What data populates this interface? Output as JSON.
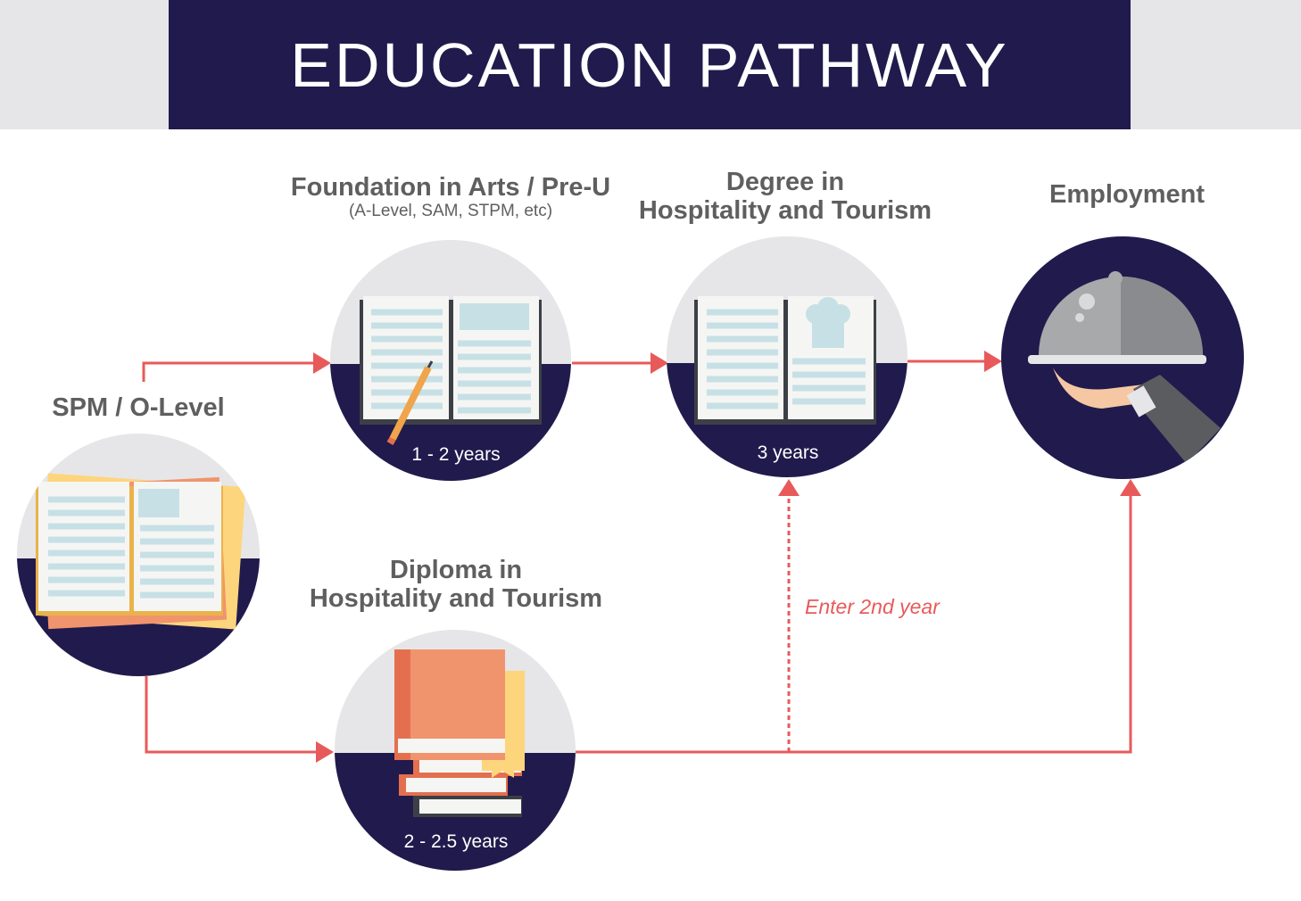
{
  "title": "EDUCATION PATHWAY",
  "nodes": {
    "spm": {
      "label": "SPM / O-Level"
    },
    "foundation": {
      "label": "Foundation in Arts / Pre-U",
      "sublabel": "(A-Level, SAM, STPM, etc)",
      "duration": "1 - 2 years"
    },
    "degree": {
      "label_line1": "Degree in",
      "label_line2": "Hospitality and Tourism",
      "duration": "3 years"
    },
    "employment": {
      "label": "Employment"
    },
    "diploma": {
      "label_line1": "Diploma in",
      "label_line2": "Hospitality and Tourism",
      "duration": "2 - 2.5 years"
    }
  },
  "edges": {
    "diploma_to_degree_note": "Enter 2nd year"
  },
  "colors": {
    "navy": "#211a4c",
    "arrow": "#e85a5a",
    "grey_band": "#e6e6e8",
    "label_text": "#5f5f5f"
  },
  "icons": [
    "open-book-icon",
    "pencil-icon",
    "chef-hat-icon",
    "cloche-icon",
    "stacked-books-icon"
  ]
}
